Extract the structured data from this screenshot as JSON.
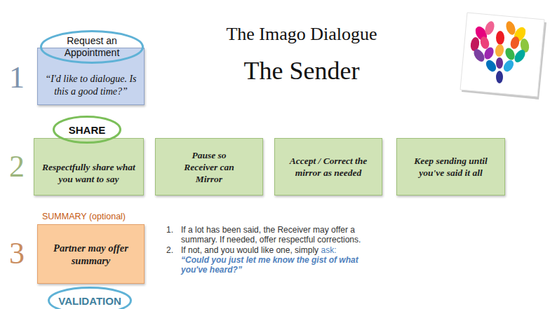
{
  "diagram": {
    "title": "The Imago Dialogue",
    "nodes": [
      {
        "text": [
          "Request an Appointment"
        ]
      },
      {
        "text": [
          "“I'd like to dialogue. Is this a good time?”"
        ]
      },
      {
        "text": [
          "SHARE"
        ]
      },
      {
        "text": [
          "Respectfully share what you want to say"
        ]
      },
      {
        "text": [
          "Pause so Receiver can Mirror"
        ]
      },
      {
        "text": [
          "Accept / Correct the mirror as needed"
        ]
      },
      {
        "text": [
          "Keep sending until you've said it all"
        ]
      },
      {
        "text": [
          "SUMMARY (optional)",
          "Partner may offer summary"
        ]
      },
      {
        "text": [
          "VALIDATION"
        ]
      }
    ],
    "labels": [
      "The Sender",
      "1",
      "2",
      "3",
      "1.",
      "If a lot has been said, the Receiver may offer a summary. If needed, offer respectful corrections.",
      "2.",
      "If not, and you would like one, simply",
      "ask:",
      "“Could you just let me know the gist of what you've heard?”"
    ]
  }
}
